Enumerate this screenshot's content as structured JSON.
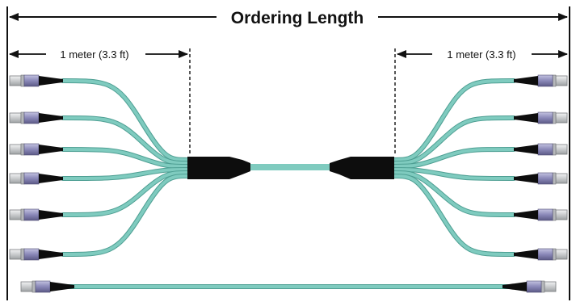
{
  "diagram": {
    "title": "Ordering Length",
    "left_breakout_label": "1 meter (3.3 ft)",
    "right_breakout_label": "1 meter (3.3 ft)",
    "fiber_color": "#7fcbbf",
    "fiber_edge_color": "#4e9f93",
    "boot_color": "#0d0d0d",
    "connector_body_color": "#8a88b8",
    "ferrule_color": "#d4d6d8",
    "breakout_legs_per_side": 6,
    "straight_legs": 1
  }
}
